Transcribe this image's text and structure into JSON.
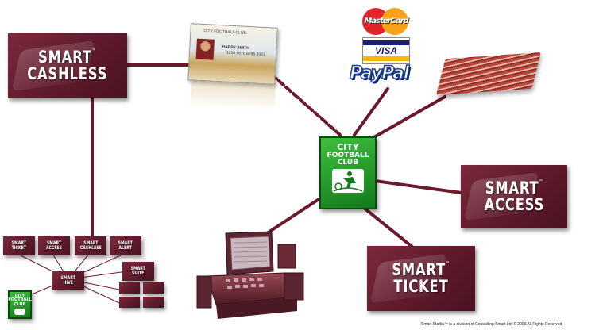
{
  "diagram": {
    "nodes": {
      "smart_cashless": {
        "line1": "SMART",
        "line2": "CASHLESS",
        "tm": "™"
      },
      "smart_access": {
        "line1": "SMART",
        "line2": "ACCESS",
        "tm": "™"
      },
      "smart_ticket": {
        "line1": "SMART",
        "line2": "TICKET",
        "tm": "™"
      },
      "city_football_club": {
        "line1": "CITY",
        "line2": "FOOTBALL",
        "line3": "CLUB"
      }
    },
    "mini_diagram": {
      "top_row": [
        {
          "line1": "SMART",
          "line2": "TICKET"
        },
        {
          "line1": "SMART",
          "line2": "ACCESS"
        },
        {
          "line1": "SMART",
          "line2": "CASHLESS"
        },
        {
          "line1": "SMART",
          "line2": "ALERT"
        }
      ],
      "hub": {
        "line1": "SMART",
        "line2": "HIVE"
      },
      "right_top": {
        "line1": "SMART",
        "line2": "SUITE"
      },
      "club": {
        "line1": "CITY",
        "line2": "FOOTBALL",
        "line3": "CLUB"
      }
    },
    "card": {
      "header": "CITY FOOTBALL CLUB",
      "name": "HARRY SMITH",
      "number": "1234 5678 8765 4321"
    },
    "payment_logos": {
      "mastercard": "MasterCard",
      "visa": "VISA",
      "paypal": "PayPal"
    },
    "colors": {
      "tile": "#6b2133",
      "connector": "#6b1a2c",
      "club_green": "#1f9a2a"
    }
  },
  "footer": {
    "text": "Smart Stadia™ is a division of Consulting Smart Ltd   © 2009 All Rights Reserved"
  }
}
